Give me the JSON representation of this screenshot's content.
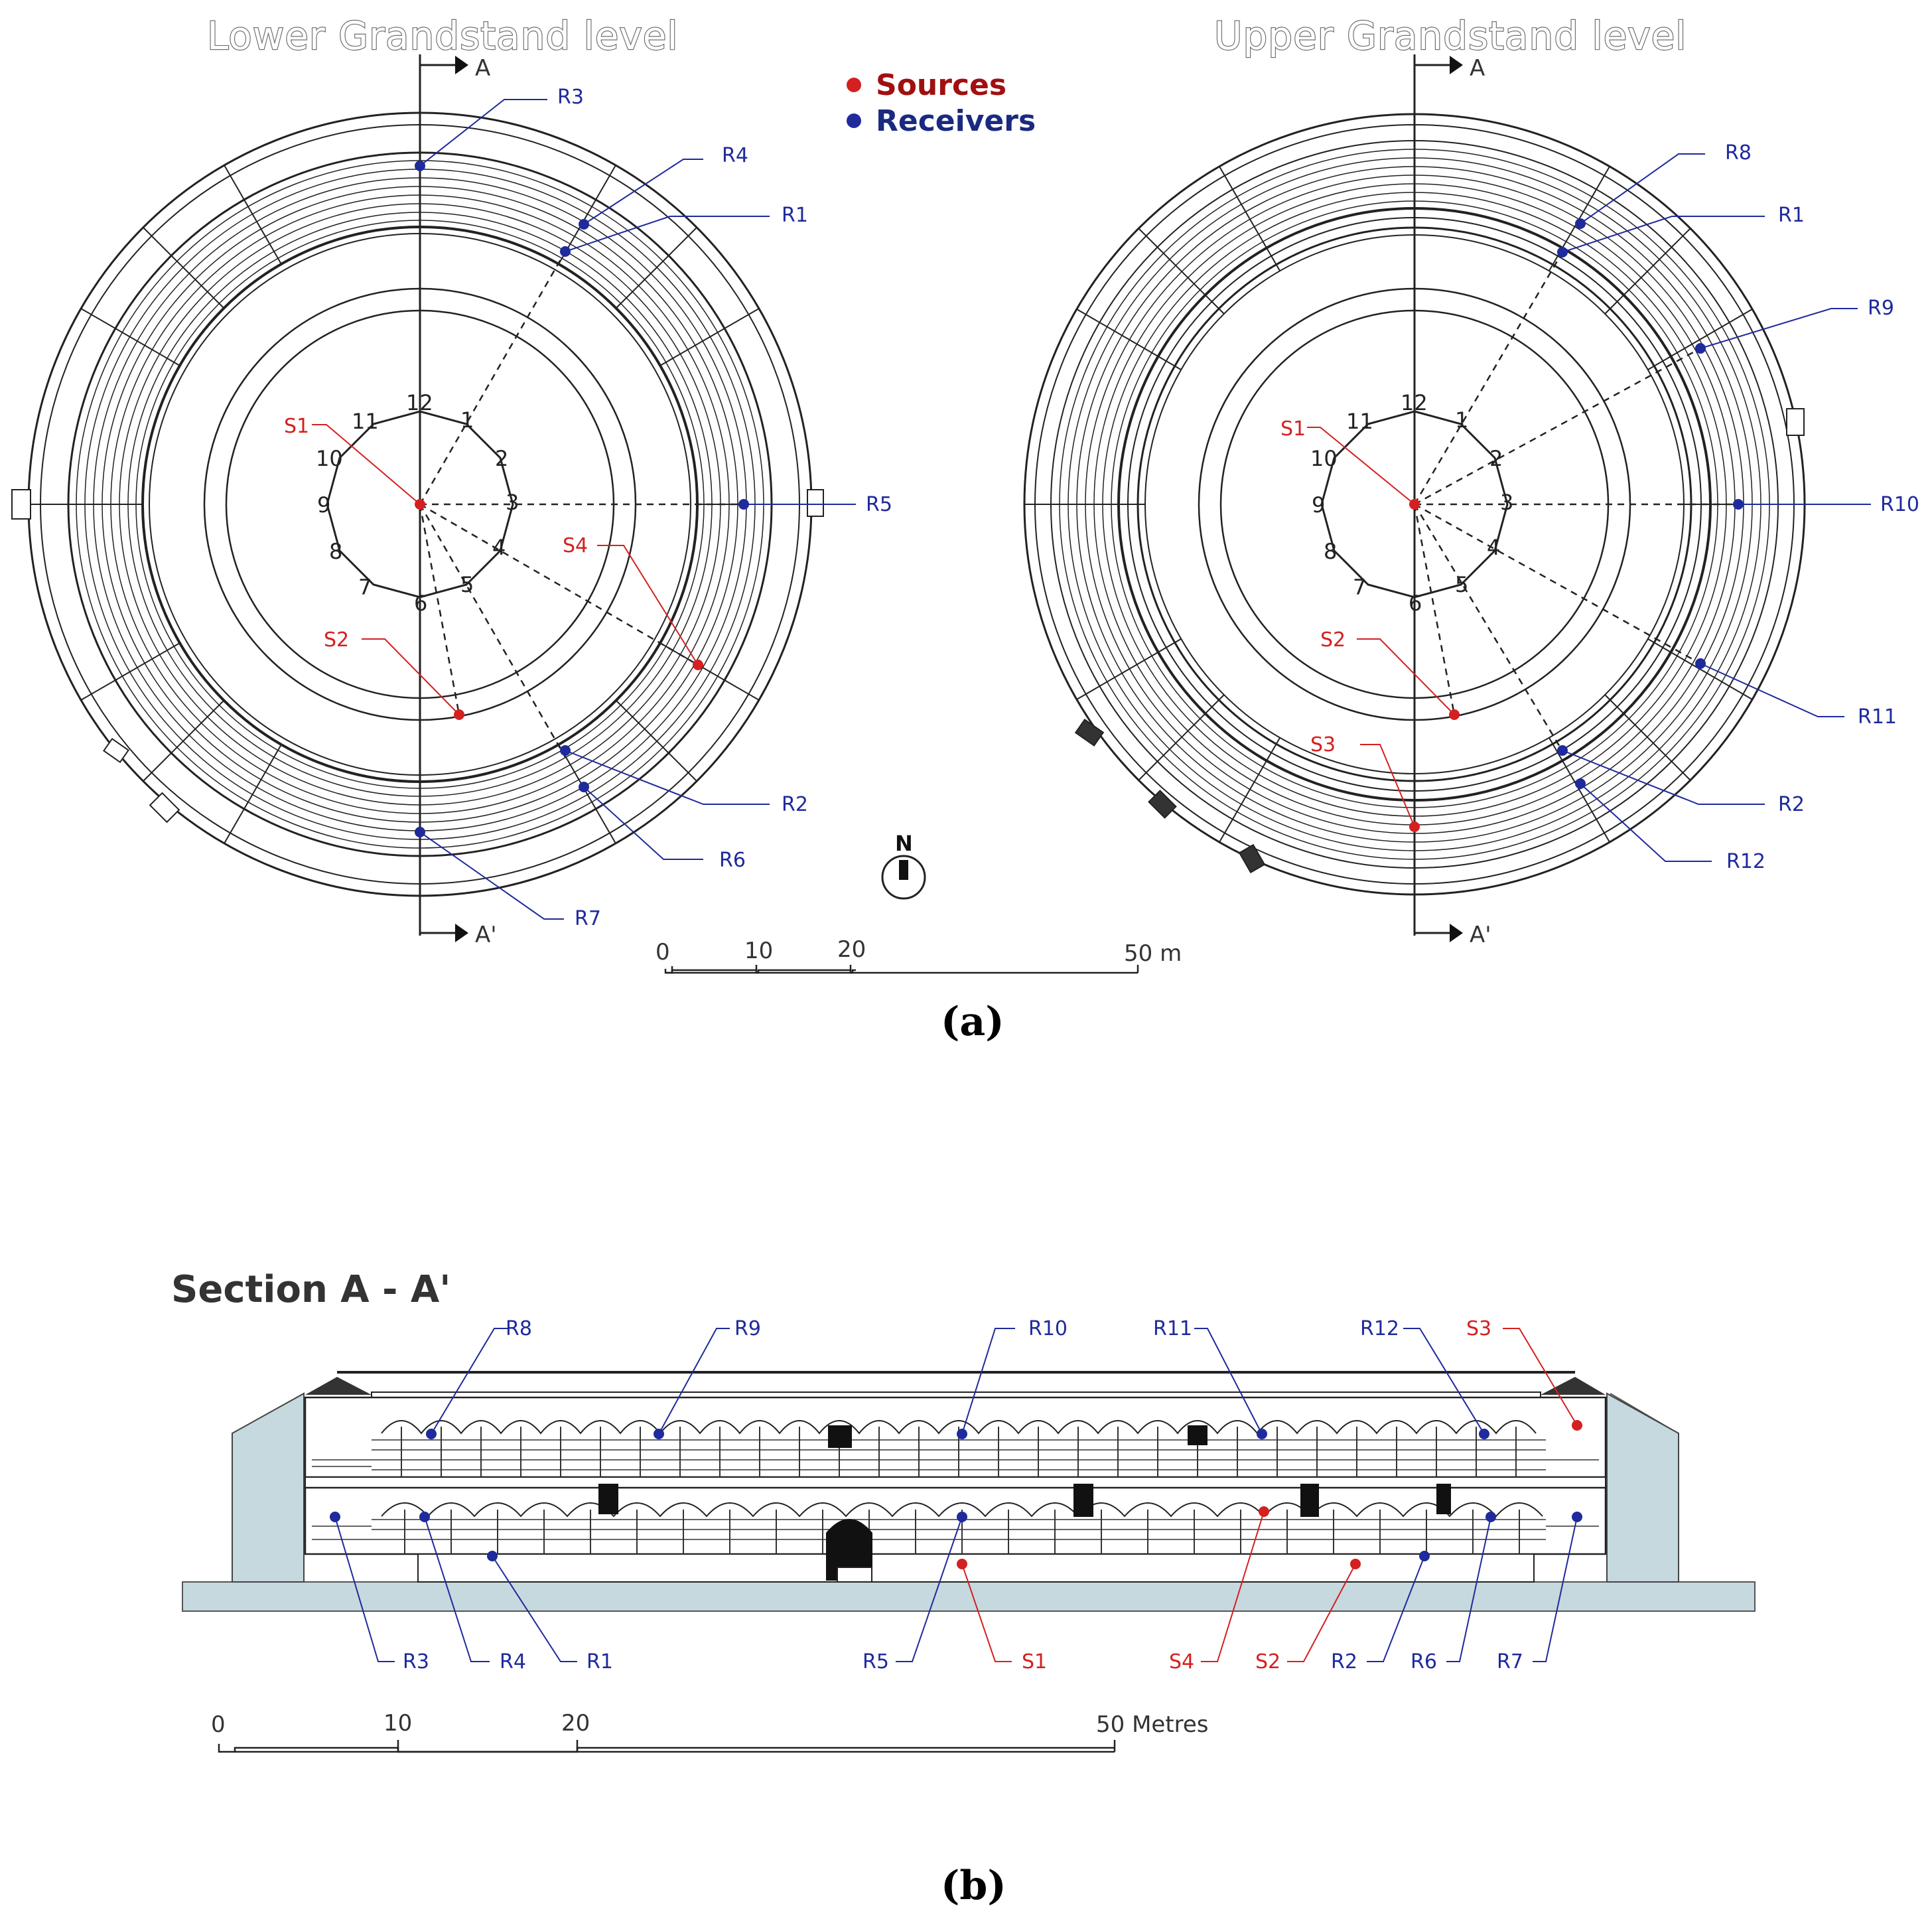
{
  "panel_a": {
    "lower": {
      "title": "Lower Grandstand level",
      "section_mark_top": "A",
      "section_mark_bottom": "A'",
      "clock_numbers": [
        "12",
        "1",
        "2",
        "3",
        "4",
        "5",
        "6",
        "7",
        "8",
        "9",
        "10",
        "11"
      ],
      "points": [
        {
          "id": "R3",
          "kind": "receiver"
        },
        {
          "id": "R4",
          "kind": "receiver"
        },
        {
          "id": "R1",
          "kind": "receiver"
        },
        {
          "id": "R5",
          "kind": "receiver"
        },
        {
          "id": "R2",
          "kind": "receiver"
        },
        {
          "id": "R6",
          "kind": "receiver"
        },
        {
          "id": "R7",
          "kind": "receiver"
        },
        {
          "id": "S1",
          "kind": "source"
        },
        {
          "id": "S4",
          "kind": "source"
        },
        {
          "id": "S2",
          "kind": "source"
        }
      ]
    },
    "upper": {
      "title": "Upper Grandstand level",
      "section_mark_top": "A",
      "section_mark_bottom": "A'",
      "clock_numbers": [
        "12",
        "1",
        "2",
        "3",
        "4",
        "5",
        "6",
        "7",
        "8",
        "9",
        "10",
        "11"
      ],
      "points": [
        {
          "id": "R8",
          "kind": "receiver"
        },
        {
          "id": "R1",
          "kind": "receiver"
        },
        {
          "id": "R9",
          "kind": "receiver"
        },
        {
          "id": "R10",
          "kind": "receiver"
        },
        {
          "id": "R11",
          "kind": "receiver"
        },
        {
          "id": "R2",
          "kind": "receiver"
        },
        {
          "id": "R12",
          "kind": "receiver"
        },
        {
          "id": "S1",
          "kind": "source"
        },
        {
          "id": "S2",
          "kind": "source"
        },
        {
          "id": "S3",
          "kind": "source"
        }
      ]
    },
    "legend": {
      "sources_label": "Sources",
      "receivers_label": "Receivers",
      "sources_color": "#d42020",
      "receivers_color": "#1f2a9c"
    },
    "north_label": "N",
    "scale": {
      "t0": "0",
      "t10": "10",
      "t20": "20",
      "t50": "50 m"
    },
    "caption": "(a)"
  },
  "panel_b": {
    "title": "Section A - A'",
    "top_labels": [
      "R8",
      "R9",
      "R10",
      "R11",
      "R12",
      "S3"
    ],
    "bottom_labels": [
      "R3",
      "R4",
      "R1",
      "R5",
      "S1",
      "S4",
      "S2",
      "R2",
      "R6",
      "R7"
    ],
    "scale": {
      "t0": "0",
      "t10": "10",
      "t20": "20",
      "t50": "50 Metres"
    },
    "caption": "(b)"
  }
}
